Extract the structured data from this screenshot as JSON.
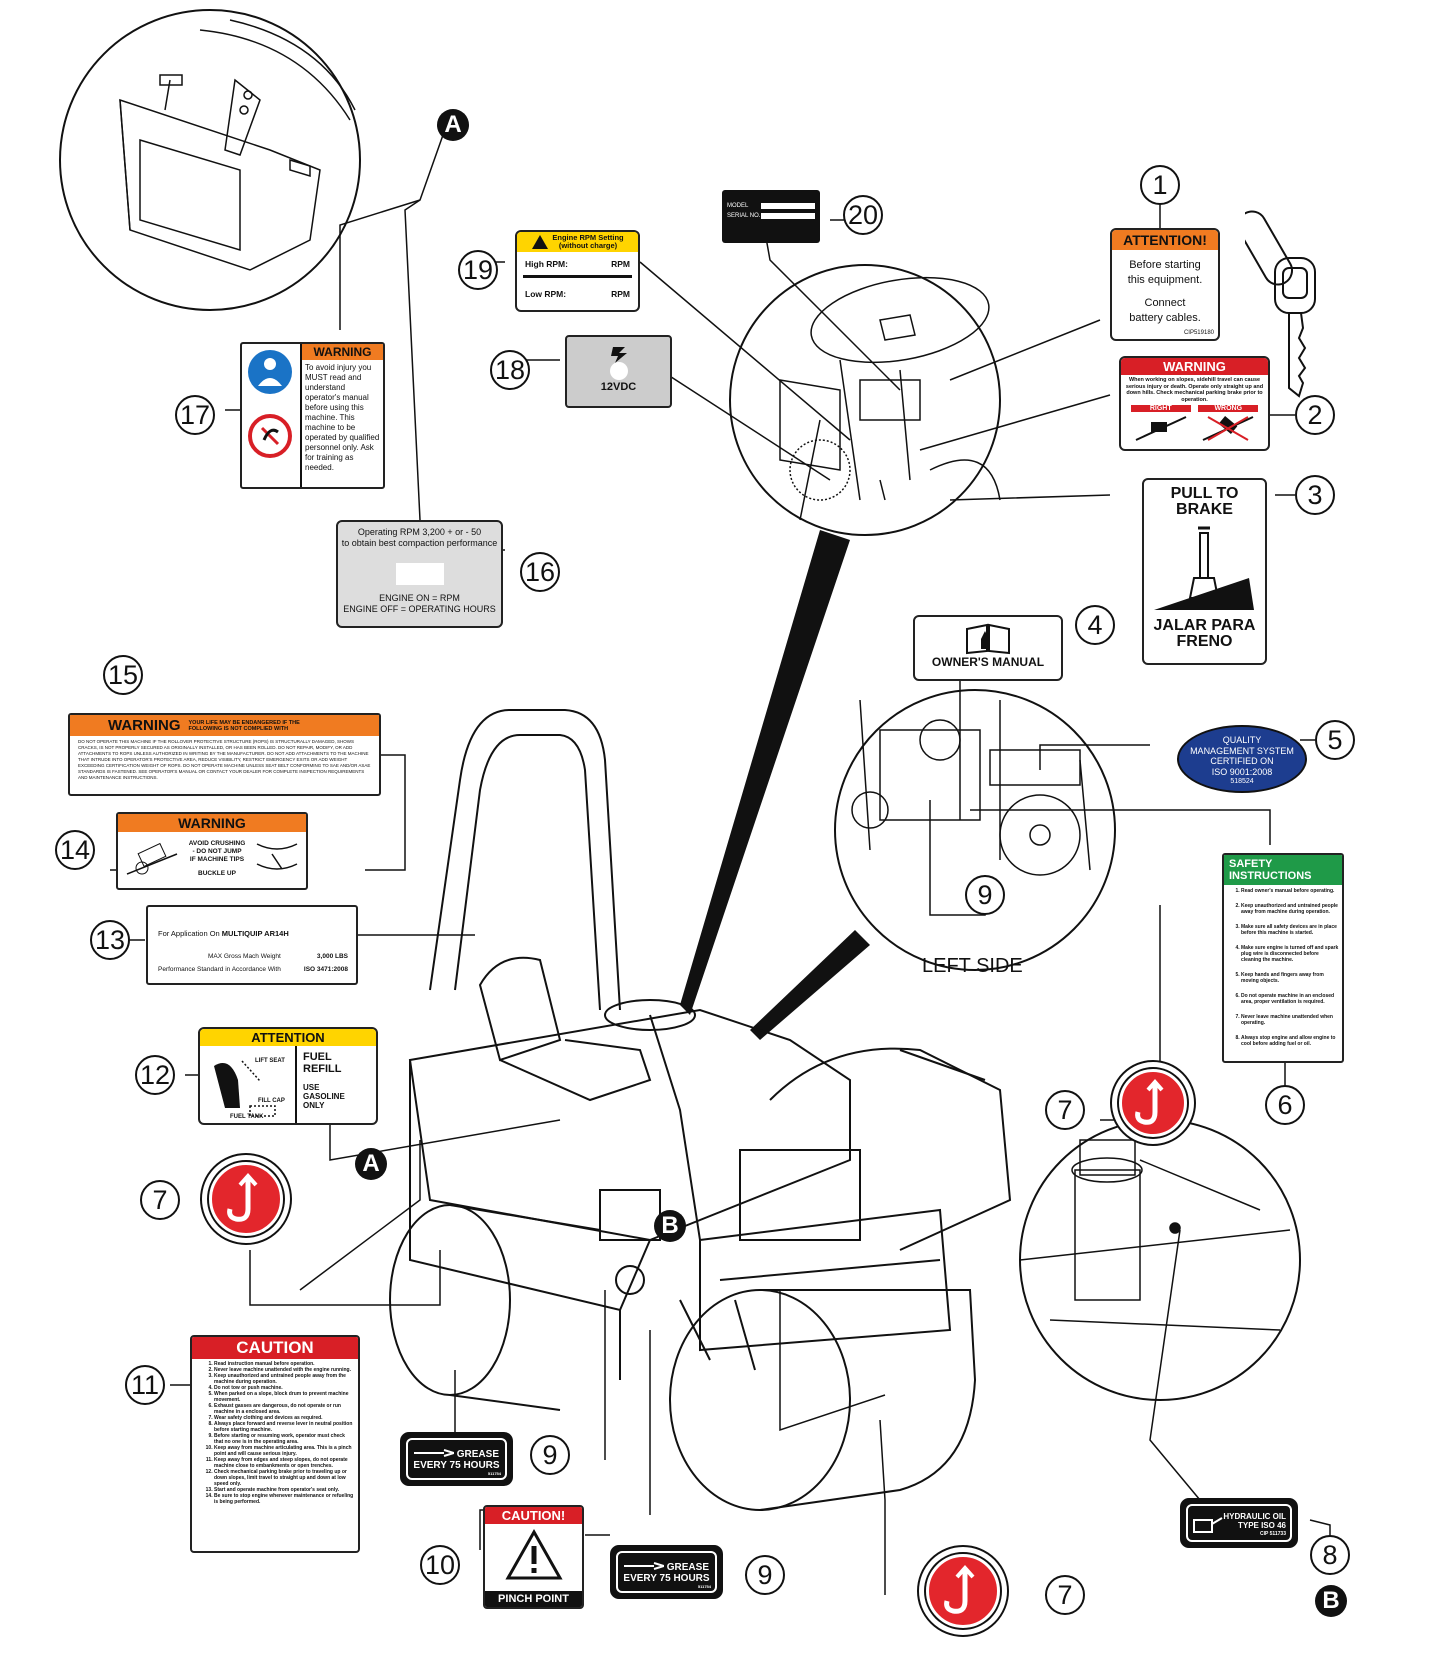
{
  "callouts": {
    "n1": "1",
    "n2": "2",
    "n3": "3",
    "n4": "4",
    "n5": "5",
    "n6": "6",
    "n7a": "7",
    "n7b": "7",
    "n7c": "7",
    "n8": "8",
    "n9a": "9",
    "n9b": "9",
    "n9c": "9",
    "n10": "10",
    "n11": "11",
    "n12": "12",
    "n13": "13",
    "n14": "14",
    "n15": "15",
    "n16": "16",
    "n17": "17",
    "n18": "18",
    "n19": "19",
    "n20": "20"
  },
  "letters": {
    "a1": "A",
    "a2": "A",
    "b1": "B",
    "b2": "B"
  },
  "views": {
    "left_side": "LEFT SIDE"
  },
  "decal1": {
    "header": "ATTENTION!",
    "line1": "Before starting",
    "line2": "this equipment.",
    "line3": "Connect",
    "line4": "battery cables.",
    "code": "CIP519180"
  },
  "decal2": {
    "header": "WARNING",
    "text": "When working on slopes, sidehill travel can cause serious injury or death. Operate only straight up and down hills. Check mechanical parking brake prior to operation.",
    "right": "RIGHT",
    "wrong": "WRONG"
  },
  "decal3": {
    "top": "PULL TO BRAKE",
    "bottom": "JALAR PARA FRENO"
  },
  "decal4": {
    "text": "OWNER'S MANUAL"
  },
  "decal5": {
    "line1": "QUALITY",
    "line2": "MANAGEMENT SYSTEM",
    "line3": "CERTIFIED ON",
    "line4": "ISO 9001:2008",
    "line5": "518524"
  },
  "decal6": {
    "header": "SAFETY INSTRUCTIONS",
    "items": [
      "Read owner's manual before operating.",
      "Keep unauthorized and untrained people away from machine during operation.",
      "Make sure all safety devices are in place before this machine is started.",
      "Make sure engine is turned off and spark plug wire is disconnected before cleaning the machine.",
      "Keep hands and fingers away from moving objects.",
      "Do not operate machine in an enclosed area, proper ventilation is required.",
      "Never leave machine unattended when operating.",
      "Always stop engine and allow engine to cool before adding fuel or oil."
    ]
  },
  "decal8": {
    "line1": "HYDRAULIC OIL",
    "line2": "TYPE ISO 46",
    "code": "CIP 511733"
  },
  "decal9": {
    "line1": "GREASE",
    "line2": "EVERY 75 HOURS",
    "code": "511754"
  },
  "decal10": {
    "header": "CAUTION!",
    "footer": "PINCH POINT"
  },
  "decal11": {
    "header": "CAUTION",
    "items": [
      "Read instruction manual before operation.",
      "Never leave machine unattended with the engine running.",
      "Keep unauthorized and untrained people away from the machine during operation.",
      "Do not tow or push machine.",
      "When parked on a slope, block drum to prevent machine movement.",
      "Exhaust gasses are dangerous, do not operate or run machine in a enclosed area.",
      "Wear safety clothing and devices as required.",
      "Always place forward and reverse lever in neutral position before starting machine.",
      "Before starting or resuming work, operator must check that no one is in the operating area.",
      "Keep away from machine articulating area. This is a pinch point and will cause serious injury.",
      "Keep away from edges and steep slopes, do not operate machine close to embankments or open trenches.",
      "Check mechanical parking brake prior to traveling up or down slopes, limit travel to straight up and down at low speed only.",
      "Start and operate machine from operator's seat only.",
      "Be sure to stop engine whenever maintenance or refueling is being performed."
    ]
  },
  "decal12": {
    "header": "ATTENTION",
    "fuel": "FUEL REFILL",
    "use": "USE GASOLINE ONLY",
    "lift": "LIFT SEAT",
    "cap": "FILL CAP",
    "tank": "FUEL TANK"
  },
  "decal13": {
    "line1": "For Application On",
    "model": "MULTIQUIP AR14H",
    "line2": "MAX Gross Mach Weight",
    "weight": "3,000 LBS",
    "line3": "Performance Standard in Accordance With",
    "std": "ISO 3471:2008"
  },
  "decal14": {
    "header": "WARNING",
    "line1": "AVOID CRUSHING",
    "line2": "- DO NOT JUMP",
    "line3": "IF MACHINE TIPS",
    "line4": "BUCKLE UP"
  },
  "decal15": {
    "header": "WARNING",
    "sub": "YOUR LIFE MAY BE ENDANGERED IF THE FOLLOWING IS NOT COMPLIED WITH",
    "text": "DO NOT OPERATE THIS MACHINE IF THE ROLLOVER PROTECTIVE STRUCTURE (ROPS) IS STRUCTURALLY DAMAGED, SHOWS CRACKS, IS NOT PROPERLY SECURED AS ORIGINALLY INSTALLED, OR HAS BEEN ROLLED. DO NOT REPAIR, MODIFY, OR ADD ATTACHMENTS TO ROPS UNLESS AUTHORIZED IN WRITING BY THE MANUFACTURER. DO NOT ADD ATTACHMENTS TO THE MACHINE THAT INTRUDE INTO OPERATOR'S PROTECTIVE AREA, REDUCE VISIBILITY, RESTRICT EMERGENCY EXITS OR ADD WEIGHT EXCEEDING CERTIFICATION WEIGHT OF ROPS. DO NOT OPERATE MACHINE UNLESS SEAT BELT CONFORMING TO SAE AND/OR ASAE STANDARDS IS FASTENED. SEE OPERATOR'S MANUAL OR CONTACT YOUR DEALER FOR COMPLETE INSPECTION REQUIREMENTS AND MAINTENANCE INSTRUCTIONS."
  },
  "decal16": {
    "line1": "Operating RPM 3,200 + or - 50",
    "line2": "to obtain best compaction performance",
    "line3": "ENGINE ON = RPM",
    "line4": "ENGINE OFF = OPERATING HOURS"
  },
  "decal17": {
    "header": "WARNING",
    "text": "To avoid injury you MUST read and understand operator's manual before using this machine. This machine to be operated by qualified personnel only. Ask for training as needed."
  },
  "decal18": {
    "text": "12VDC"
  },
  "decal19": {
    "header1": "Engine RPM Setting",
    "header2": "(without charge)",
    "high": "High RPM:",
    "low": "Low RPM:",
    "unit": "RPM"
  },
  "decal20": {
    "model": "MODEL",
    "serial": "SERIAL NO."
  },
  "colors": {
    "orange": "#f07b21",
    "yellow": "#ffd400",
    "red": "#d81f26",
    "green": "#1f9a48",
    "blue": "#1d3d8f"
  }
}
